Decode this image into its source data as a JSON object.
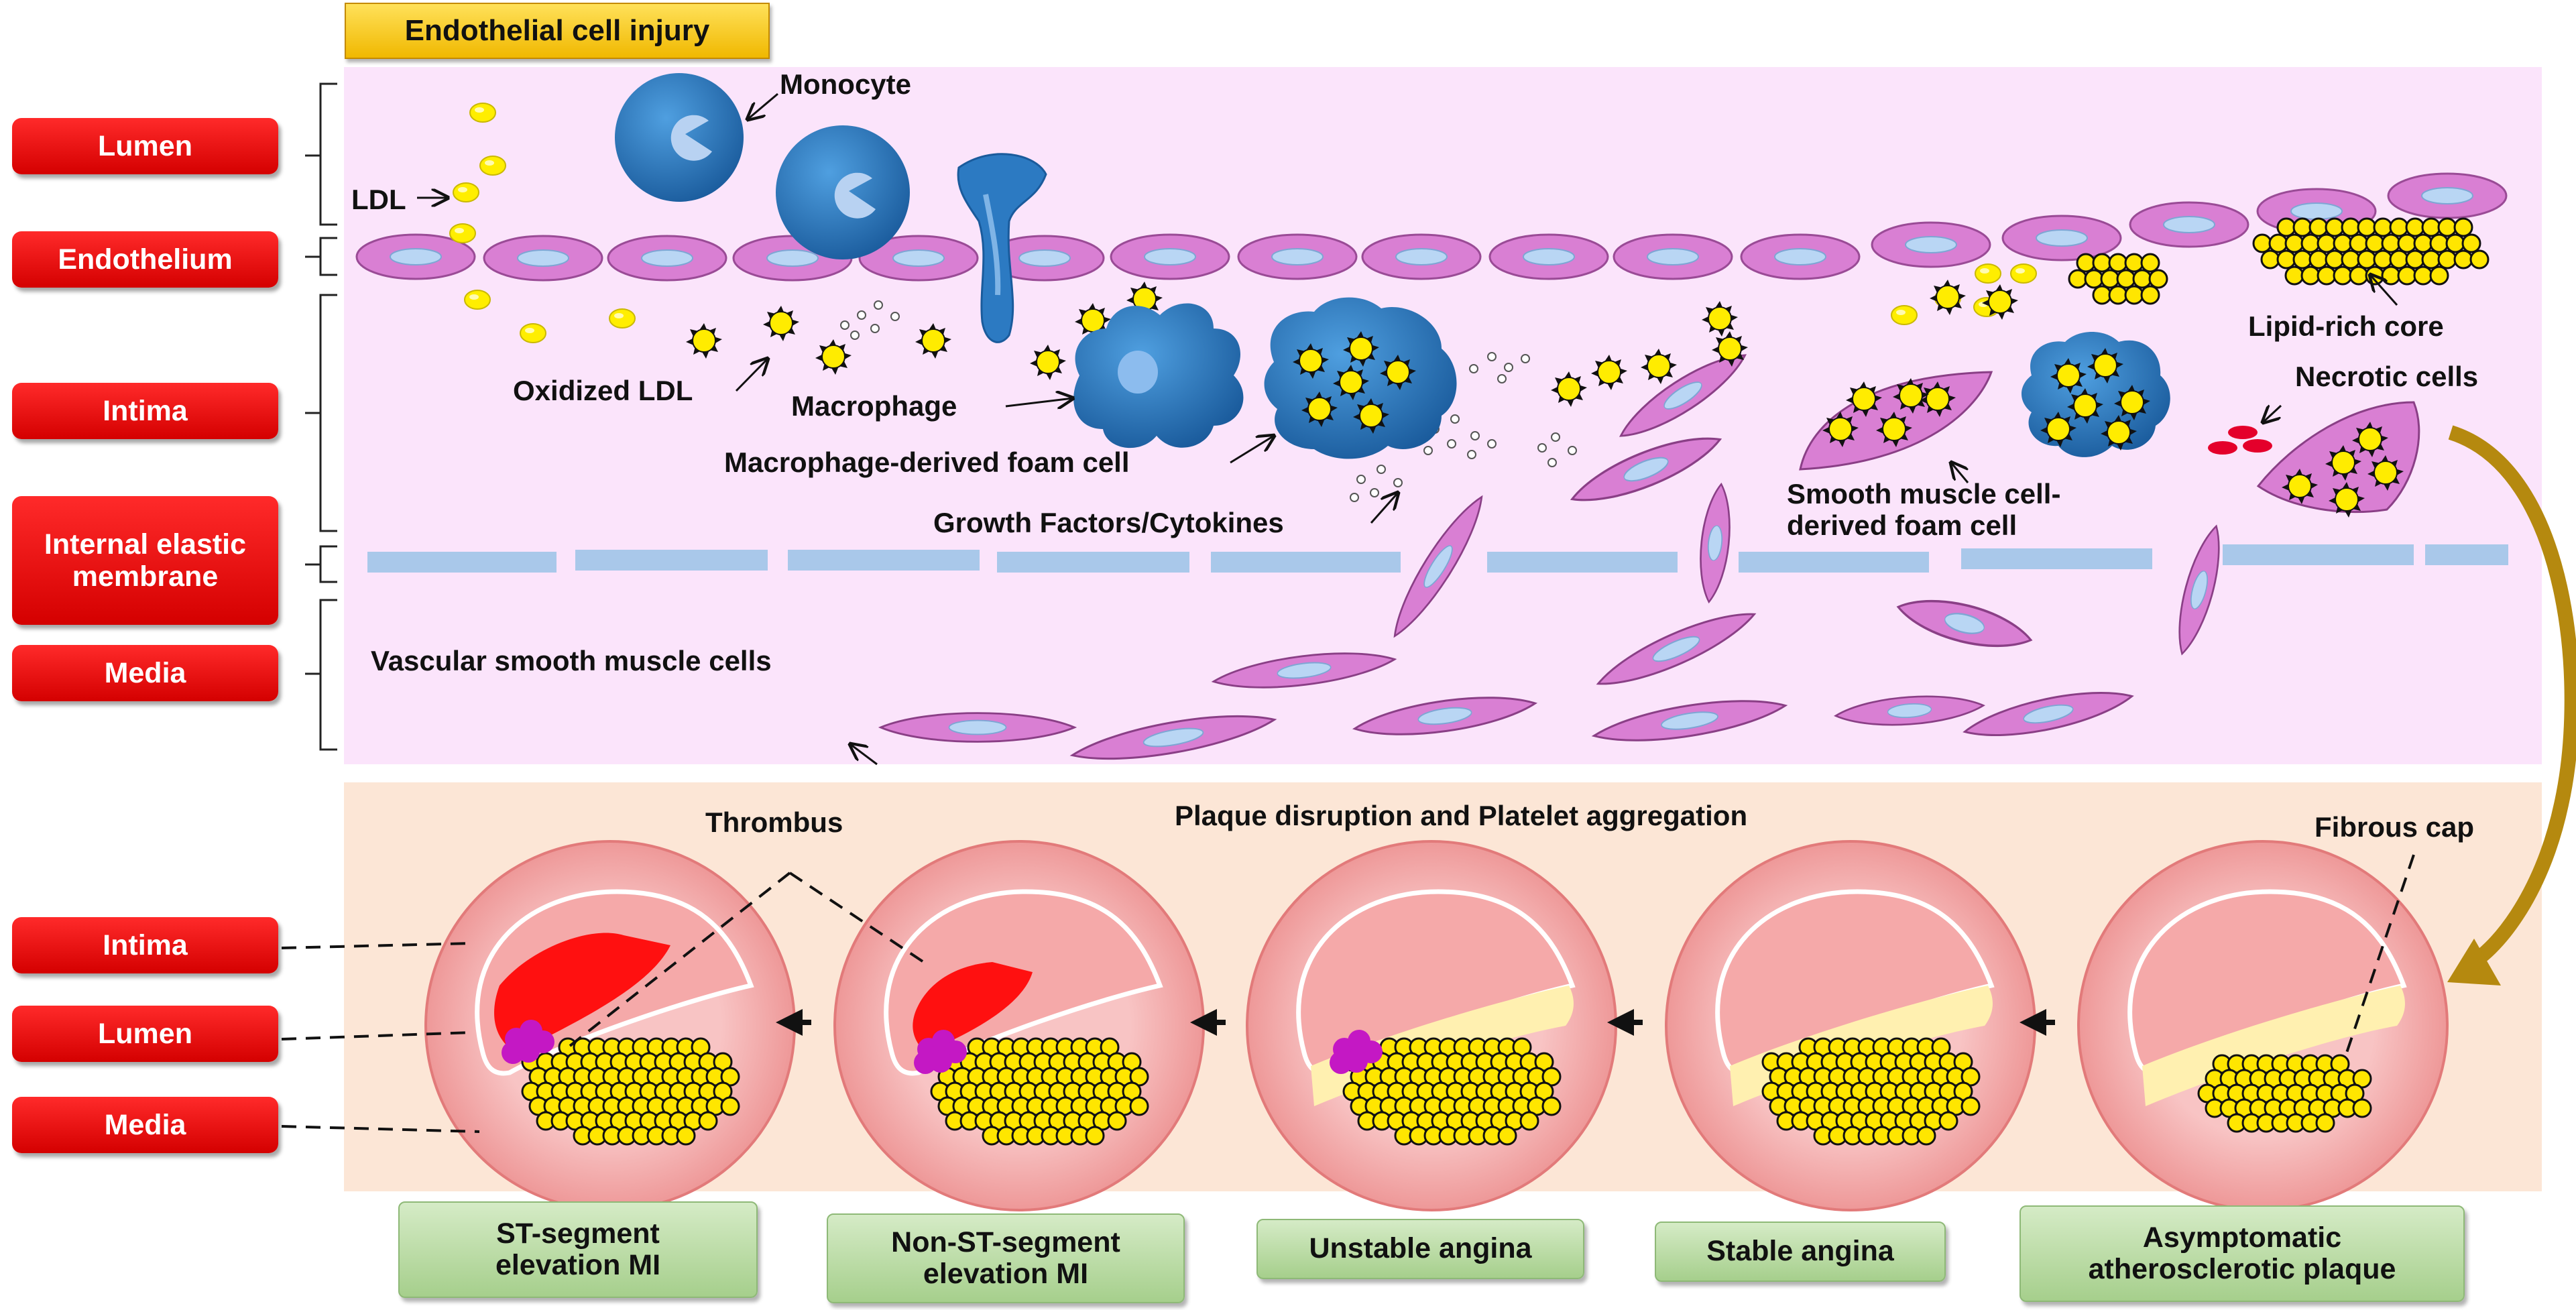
{
  "title": "Endothelial cell injury",
  "layer_labels": {
    "lumen": "Lumen",
    "endothelium": "Endothelium",
    "intima": "Intima",
    "internal_elastic_membrane": "Internal elastic membrane",
    "media": "Media"
  },
  "annotations": {
    "monocyte": "Monocyte",
    "ldl": "LDL",
    "oxidized_ldl": "Oxidized LDL",
    "macrophage": "Macrophage",
    "macrophage_foam_cell": "Macrophage-derived foam cell",
    "growth_factors": "Growth Factors/Cytokines",
    "vsmc": "Vascular smooth muscle cells",
    "smc_foam_cell_line1": "Smooth muscle cell-",
    "smc_foam_cell_line2": "derived foam cell",
    "lipid_core": "Lipid-rich core",
    "necrotic_cells": "Necrotic cells"
  },
  "lower_panel": {
    "heading": "Plaque disruption and Platelet aggregation",
    "thrombus": "Thrombus",
    "fibrous_cap": "Fibrous cap",
    "layer_labels": {
      "intima": "Intima",
      "lumen": "Lumen",
      "media": "Media"
    }
  },
  "stages": [
    {
      "line1": "ST-segment",
      "line2": "elevation MI"
    },
    {
      "line1": "Non-ST-segment",
      "line2": "elevation MI"
    },
    {
      "line1": "Unstable angina",
      "line2": ""
    },
    {
      "line1": "Stable angina",
      "line2": ""
    },
    {
      "line1": "Asymptomatic",
      "line2": "atherosclerotic plaque"
    }
  ],
  "colors": {
    "upper_panel_bg": "#fbe4fb",
    "lower_panel_bg": "#fce6d6",
    "red_label": "#e00000",
    "green_label": "#b9dba4",
    "cell_pink": "#d97fd3",
    "monocyte_blue": "#2a72b8",
    "lipid_yellow": "#f5f000",
    "elastic_membrane_blue": "#a9c8ea",
    "thrombus_red": "#ff1010",
    "platelet_magenta": "#c418c4",
    "arrow_gold": "#b5890f"
  }
}
